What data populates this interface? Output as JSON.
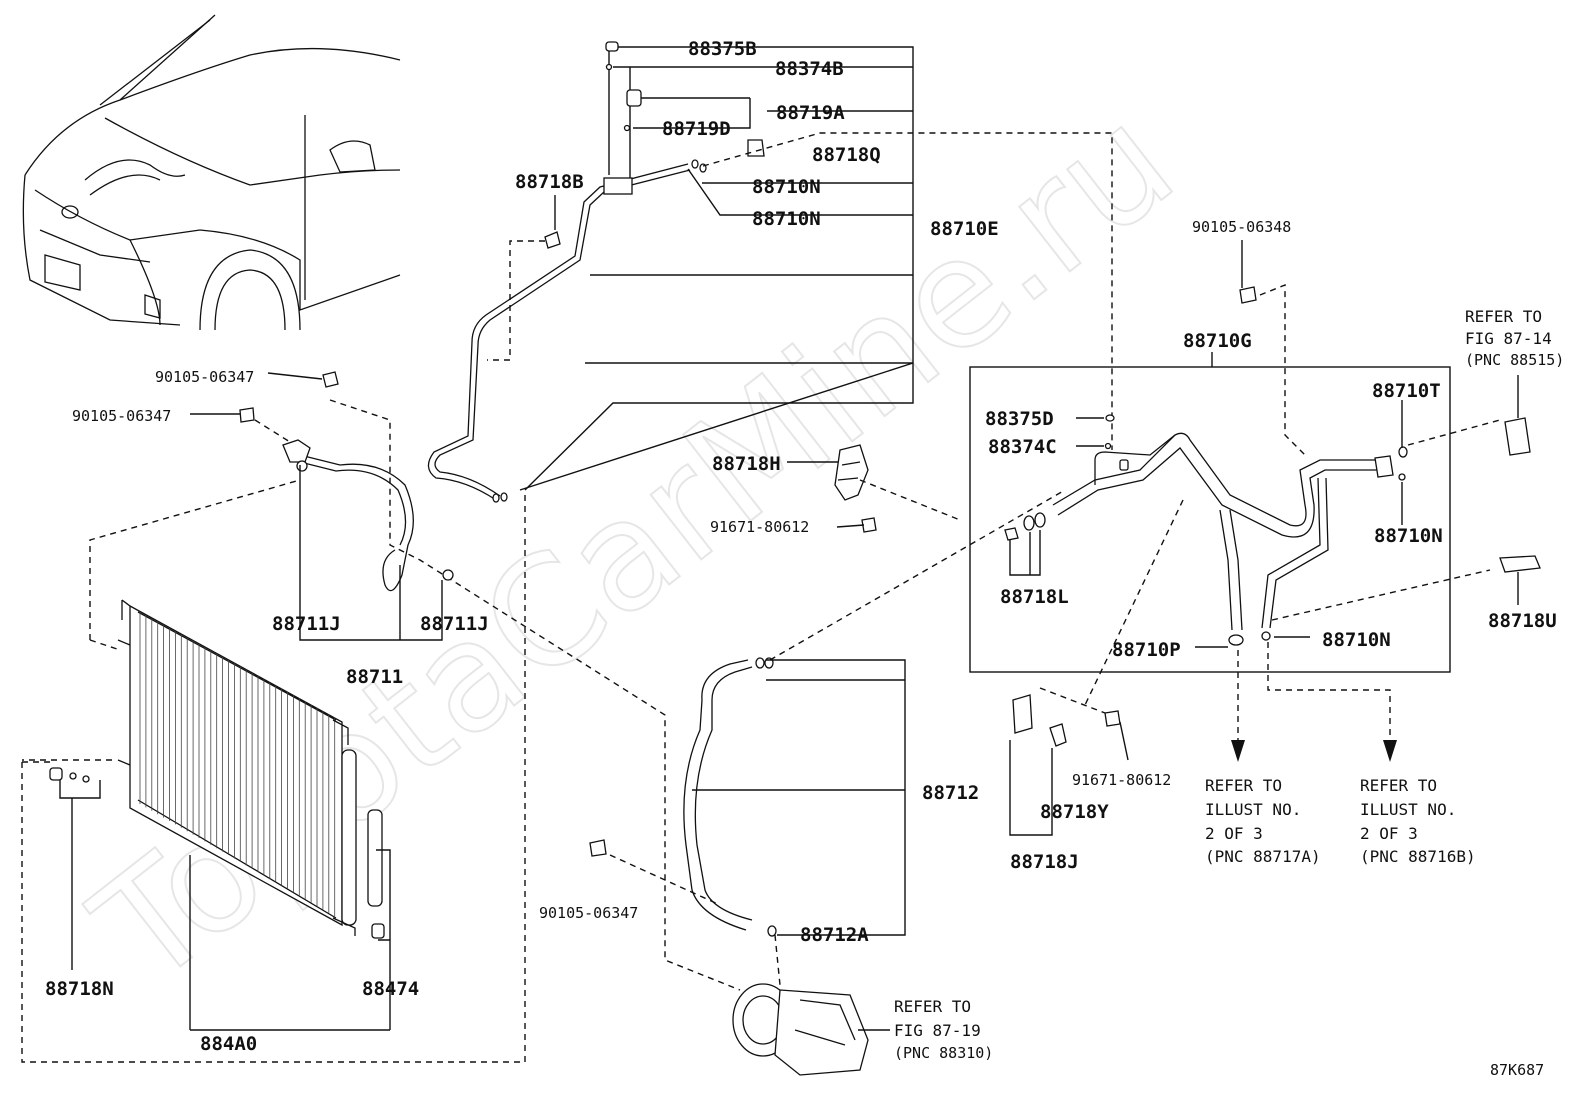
{
  "watermark": "ToyotaCarMine.ru",
  "figure_code": "87K687",
  "labels": {
    "p88375B": "88375B",
    "p88374B": "88374B",
    "p88719A": "88719A",
    "p88719D": "88719D",
    "p88718Q": "88718Q",
    "p88718B": "88718B",
    "p88710N_a": "88710N",
    "p88710N_b": "88710N",
    "p88710E": "88710E",
    "p90105_06348": "90105-06348",
    "p88710G": "88710G",
    "p90105_06347_a": "90105-06347",
    "p90105_06347_b": "90105-06347",
    "p90105_06347_c": "90105-06347",
    "p88718H": "88718H",
    "p91671_80612_a": "91671-80612",
    "p91671_80612_b": "91671-80612",
    "p88375D": "88375D",
    "p88374C": "88374C",
    "p88710T": "88710T",
    "p88710N_c": "88710N",
    "p88710N_d": "88710N",
    "p88718L": "88718L",
    "p88710P": "88710P",
    "p88718U": "88718U",
    "p88711J_a": "88711J",
    "p88711J_b": "88711J",
    "p88711": "88711",
    "p88712": "88712",
    "p88712A": "88712A",
    "p88718Y": "88718Y",
    "p88718J": "88718J",
    "p88718N": "88718N",
    "p88474": "88474",
    "p884A0": "884A0"
  },
  "refs": {
    "fig87_14": [
      "REFER TO",
      "FIG 87-14",
      "(PNC 88515)"
    ],
    "illust_a": [
      "REFER TO",
      "ILLUST NO.",
      "2 OF 3",
      "(PNC 88717A)"
    ],
    "illust_b": [
      "REFER TO",
      "ILLUST NO.",
      "2 OF 3",
      "(PNC 88716B)"
    ],
    "fig87_19": [
      "REFER TO",
      "FIG 87-19",
      "(PNC 88310)"
    ]
  }
}
